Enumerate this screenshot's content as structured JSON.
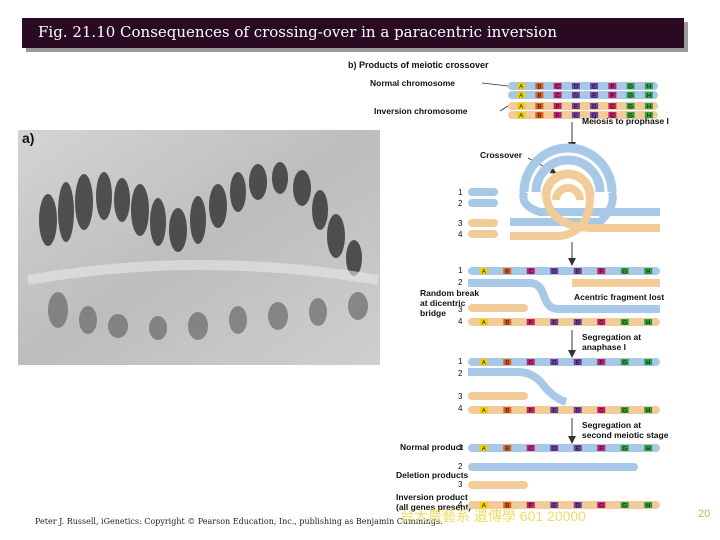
{
  "slide": {
    "title": "Fig. 21.10  Consequences of crossing-over in a paracentric inversion",
    "footer": "Peter J. Russell, iGenetics: Copyright © Pearson Education, Inc., publishing as Benjamin Cummings.",
    "watermark": "台大農藝系 遺傳學 601 20000",
    "page_number": "20"
  },
  "photo": {
    "label": "a)"
  },
  "diagram": {
    "section_title": "b) Products of meiotic crossover",
    "normal_chromosome": "Normal chromosome",
    "inversion_chromosome": "Inversion chromosome",
    "step_meiosis": "Meiosis to prophase I",
    "crossover": "Crossover",
    "random_break_1": "Random break",
    "random_break_2": "at dicentric",
    "random_break_3": "bridge",
    "acentric": "Acentric fragment lost",
    "segregation1_1": "Segregation at",
    "segregation1_2": "anaphase I",
    "segregation2_1": "Segregation at",
    "segregation2_2": "second meiotic stage",
    "normal_product": "Normal product",
    "deletion_products": "Deletion products",
    "inversion_product_1": "Inversion product",
    "inversion_product_2": "(all genes present)",
    "n1": "1",
    "n2": "2",
    "n3": "3",
    "n4": "4",
    "genes_normal": [
      "A",
      "B",
      "C",
      "D",
      "E",
      "F",
      "G",
      "H"
    ],
    "genes_inverted": [
      "A",
      "B",
      "F",
      "E",
      "D",
      "C",
      "G",
      "H"
    ],
    "colors": {
      "blue_chromosome": "#a8c8e8",
      "tan_chromosome": "#f2cc98",
      "gene_yellow": "#f0d000",
      "gene_orange": "#e06020",
      "gene_magenta": "#c02070",
      "gene_purple": "#7040a0",
      "gene_green": "#30a040",
      "arrow": "#333333"
    }
  }
}
